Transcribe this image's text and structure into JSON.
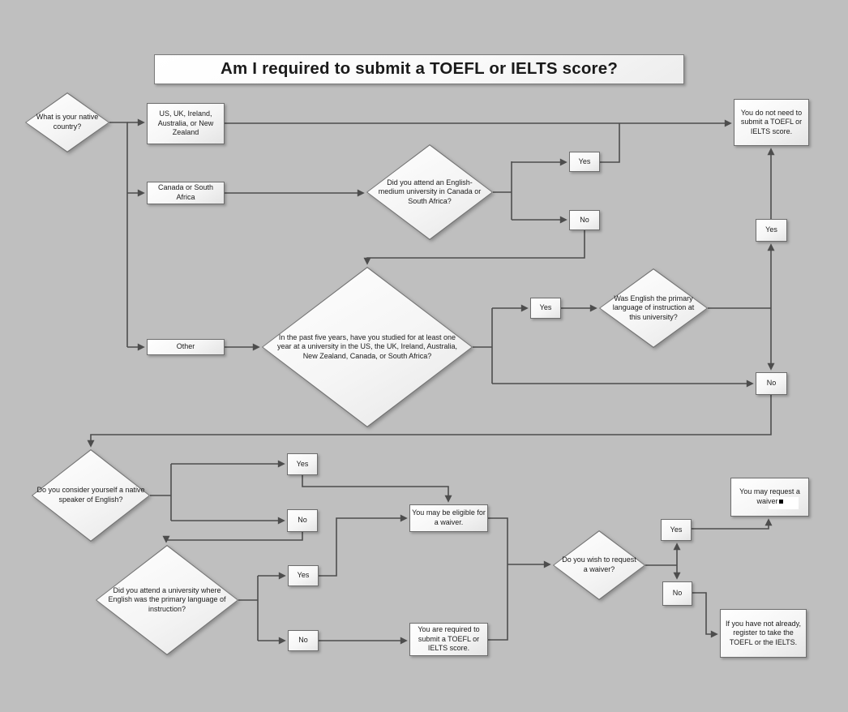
{
  "title": "Am I required to submit a TOEFL or IELTS score?",
  "labels": {
    "yes": "Yes",
    "no": "No"
  },
  "nodes": {
    "native_country_q": "What is your native country?",
    "country_us_uk": "US, UK, Ireland, Australia, or New Zealand",
    "country_canada_sa": "Canada or South Africa",
    "country_other": "Other",
    "english_medium_q": "Did you attend an English-medium university in Canada or South Africa?",
    "past_five_years_q": "In the past five years, have you studied for at least one year at a university in the US, the UK, Ireland, Australia, New Zealand, Canada, or South Africa?",
    "english_primary_at_univ_q": "Was English the primary language of instruction at this university?",
    "no_need_outcome": "You do not need to submit a TOEFL or IELTS score.",
    "native_speaker_q": "Do you consider yourself a native speaker of English?",
    "univ_english_primary_q": "Did you attend a university where English was the primary language of instruction?",
    "waiver_eligible_outcome": "You may be eligible for a waiver.",
    "required_outcome": "You are required to submit a TOEFL or IELTS score.",
    "request_waiver_q": "Do you wish to request a waiver?",
    "may_request_outcome": "You may request a waiver",
    "may_request_bullet": "▪",
    "register_outcome": "If you have not already, register to take the TOEFL or the IELTS."
  },
  "colors": {
    "background": "#bfbfbf",
    "line": "#4d4d4d",
    "node_border": "#6e6e6e",
    "node_fill_top": "#ffffff",
    "node_fill_bottom": "#e4e4e4"
  }
}
